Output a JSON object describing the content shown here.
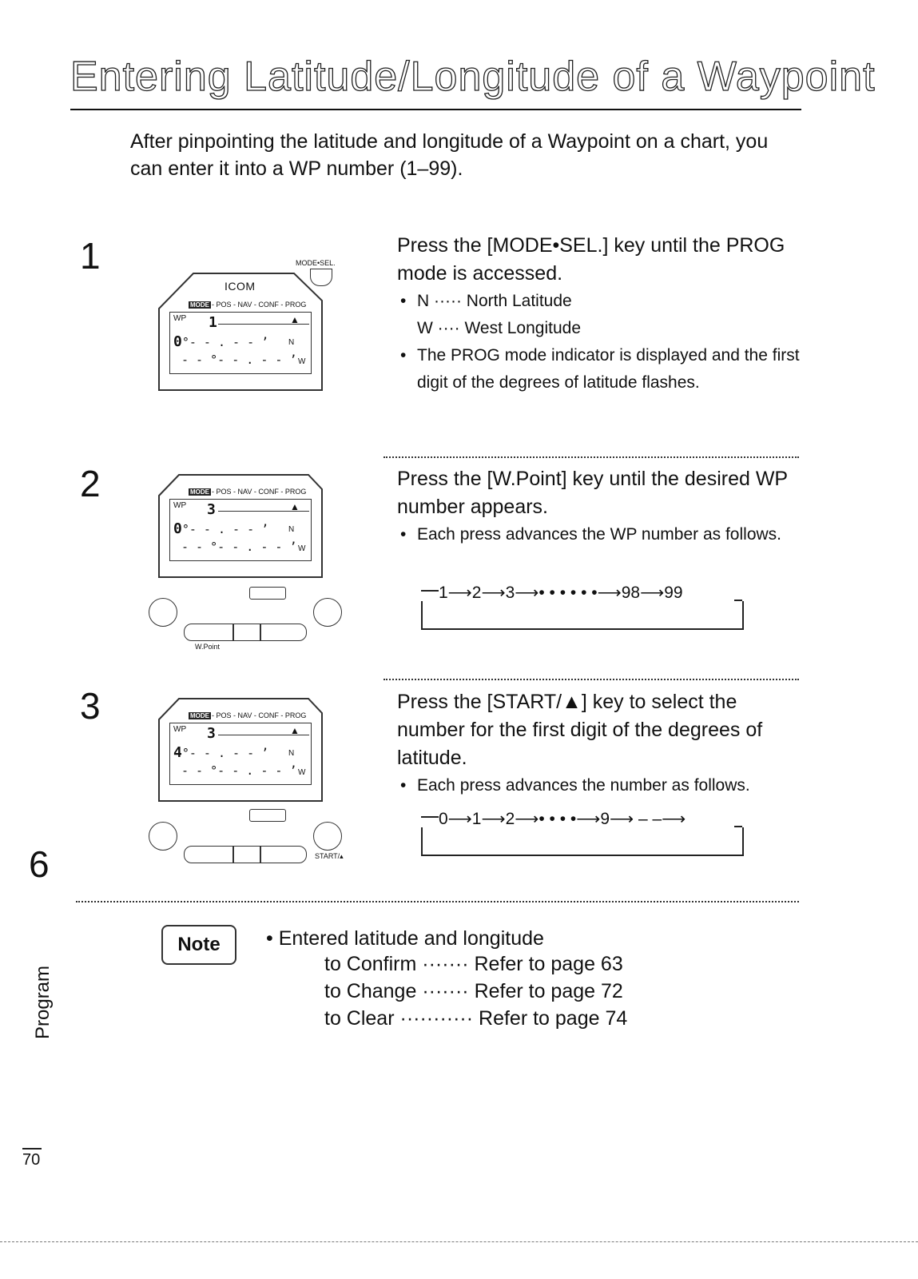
{
  "header": {
    "title": "Entering Latitude/Longitude of a Waypoint"
  },
  "intro": "After pinpointing the latitude and longitude of a Waypoint on a chart, you can enter it into a WP number (1–99).",
  "lcd": {
    "brand": "ICOM",
    "mode_badge": "MODE",
    "mode_list": "- POS - NAV - CONF - PROG",
    "wp_label": "WP",
    "lat_row": "°- - . - - ’",
    "lon_row": "- - °- - . - - ’",
    "lat_hemi": "N",
    "lon_hemi": "W",
    "mode_sel_label": "MODE•SEL.",
    "w_point_label": "W.Point",
    "start_label": "START/▴"
  },
  "steps": [
    {
      "number": "1",
      "title": "Press the [MODE•SEL.] key until the PROG mode is accessed.",
      "wp_digit": "1",
      "lat_digit": "0",
      "bullets": [
        {
          "text": "N ····· North Latitude",
          "sub": "W ···· West Longitude"
        },
        {
          "text": "The PROG mode indicator is displayed and the first digit of the degrees of latitude flashes."
        }
      ]
    },
    {
      "number": "2",
      "title": "Press the [W.Point] key until the desired WP number appears.",
      "wp_digit": "3",
      "lat_digit": "0",
      "bullets": [
        {
          "text": "Each press advances the WP number as follows."
        }
      ],
      "sequence": "1⟶2⟶3⟶• • • • • •⟶98⟶99"
    },
    {
      "number": "3",
      "title": "Press the [START/▲] key to select the number for the first digit of the degrees of latitude.",
      "wp_digit": "3",
      "lat_digit": "4",
      "bullets": [
        {
          "text": "Each press advances the number as follows."
        }
      ],
      "sequence": "0⟶1⟶2⟶• • • •⟶9⟶ – –⟶"
    }
  ],
  "section": {
    "number": "6",
    "label": "Program"
  },
  "note": {
    "label": "Note",
    "lead": "Entered latitude and longitude",
    "refs": [
      {
        "action": "to Confirm",
        "dots": "·······",
        "page": "Refer to page 63"
      },
      {
        "action": "to Change",
        "dots": "·······",
        "page": "Refer to page 72"
      },
      {
        "action": "to Clear",
        "dots": "···········",
        "page": "Refer to page 74"
      }
    ]
  },
  "page_number": "70"
}
